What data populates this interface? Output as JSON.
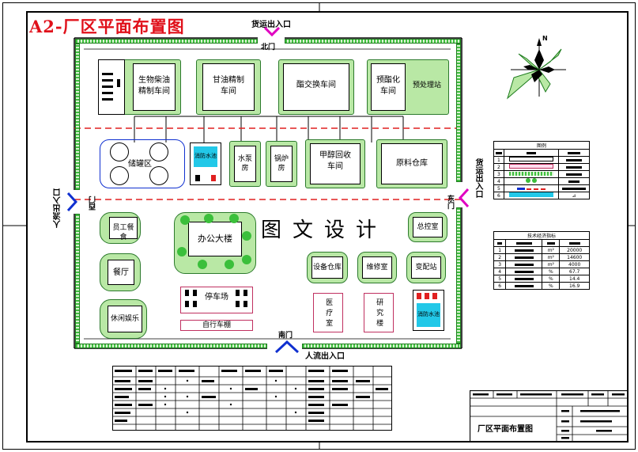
{
  "title": "A2-厂区平面布置图",
  "gates": {
    "north_top": "货运出入口",
    "north": "北门",
    "east_top": "货运出入口",
    "east": "东门",
    "west_top": "人流出入口",
    "west": "西门",
    "south": "南门",
    "south_right": "人流出入口"
  },
  "buildings": {
    "bio_diesel": "生物柴油精制车间",
    "oil_refine": "甘油精制车间",
    "esterification": "酯交换车间",
    "pretreat": "预酯化车间",
    "pretreat_station": "预处理站",
    "tank_area": "储罐区",
    "fire_pool": "消防水池",
    "pump_room": "水泵房",
    "boiler_room": "锅炉房",
    "methanol": "甲醇回收车间",
    "raw_storage": "原料仓库",
    "staff_canteen": "员工餐食",
    "canteen": "餐厅",
    "recreation": "休闲娱乐",
    "office": "办公大楼",
    "parking": "停车场",
    "bike_shed": "自行车棚",
    "control_room": "总控室",
    "equipment_store": "设备仓库",
    "repair_room": "维修室",
    "substation": "变配站",
    "medical": "医疗室",
    "research": "研究楼",
    "fire_pool_2": "消防水池"
  },
  "watermark": "图文设计",
  "compass_north": "N",
  "legend": {
    "title": "图例",
    "rows": [
      "1",
      "2",
      "3",
      "4",
      "5",
      "6"
    ]
  },
  "tech_table": {
    "title": "技术经济指标",
    "rows": [
      {
        "no": "1",
        "unit": "m²",
        "value": "20000"
      },
      {
        "no": "2",
        "unit": "m²",
        "value": "14600"
      },
      {
        "no": "3",
        "unit": "m²",
        "value": "4000"
      },
      {
        "no": "4",
        "unit": "%",
        "value": "67.7"
      },
      {
        "no": "5",
        "unit": "%",
        "value": "14.4"
      },
      {
        "no": "6",
        "unit": "%",
        "value": "16.9"
      }
    ]
  },
  "title_block": {
    "drawing_name": "厂区平面布置图"
  },
  "colors": {
    "title_red": "#e0101a",
    "gate_magenta": "#e000c0",
    "gate_blue": "#1030d0",
    "green_fill": "#b9e8a5",
    "fire_cyan": "#22c8e8"
  }
}
